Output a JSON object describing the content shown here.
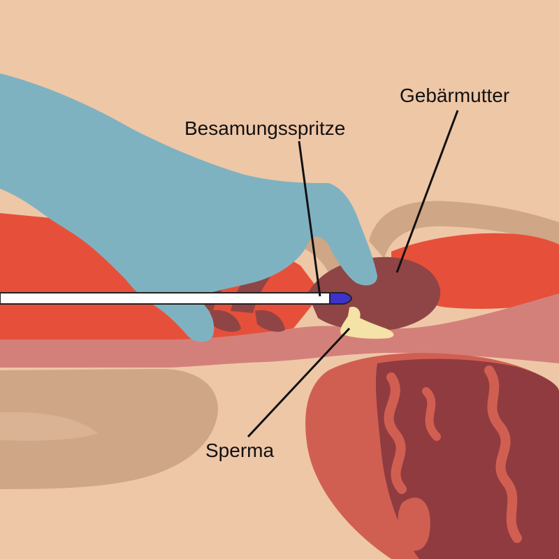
{
  "labels": {
    "syringe": "Besamungsspritze",
    "uterus": "Gebärmutter",
    "semen": "Sperma"
  },
  "colors": {
    "background": "#eec7a7",
    "glove": "#7fb2c1",
    "muscle_red": "#e6503a",
    "tract_pink": "#d4807a",
    "dark_tissue": "#8f4545",
    "tan": "#cfa686",
    "syringe_body": "#ffffff",
    "syringe_tip": "#3d33cc",
    "semen": "#f5e2a6",
    "ovary_red": "#d05f52",
    "ovary_dark": "#903b40"
  }
}
